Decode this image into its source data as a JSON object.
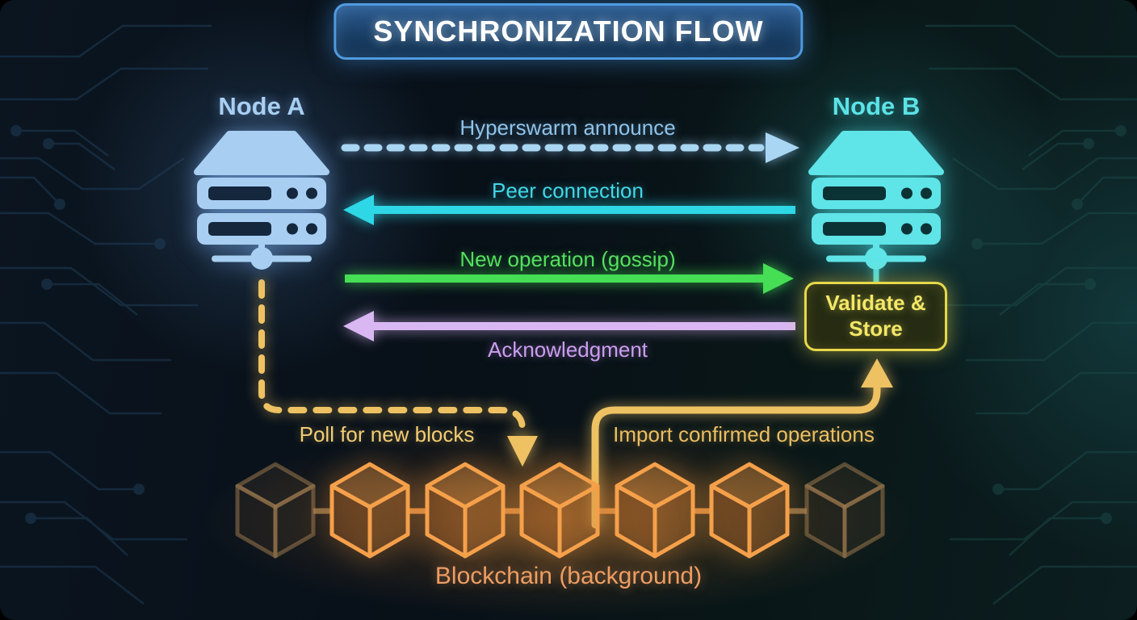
{
  "title": {
    "label": "SYNCHRONIZATION FLOW",
    "border_color": "#4f9be0",
    "text_color": "#ffffff"
  },
  "nodes": {
    "a": {
      "label": "Node A",
      "color": "#a8cff2",
      "icon": "server-icon"
    },
    "b": {
      "label": "Node B",
      "color": "#5ce3e6",
      "icon": "server-icon"
    }
  },
  "messages": [
    {
      "id": "hyperswarm",
      "label": "Hyperswarm announce",
      "from": "Node A",
      "to": "Node B",
      "style": "dashed",
      "color": "#a9d6f2",
      "label_color": "#8fc3e9"
    },
    {
      "id": "peer",
      "label": "Peer connection",
      "from": "Node B",
      "to": "Node A",
      "style": "solid",
      "color": "#2ed7e6",
      "label_color": "#41d7e8"
    },
    {
      "id": "gossip",
      "label": "New operation (gossip)",
      "from": "Node A",
      "to": "Node B",
      "style": "solid",
      "color": "#45de55",
      "label_color": "#55e05e"
    },
    {
      "id": "ack",
      "label": "Acknowledgment",
      "from": "Node B",
      "to": "Node A",
      "style": "solid",
      "color": "#d9b7f2",
      "label_color": "#cb9df0"
    }
  ],
  "validate_box": {
    "label": "Validate & Store",
    "border_color": "#e6d84a",
    "text_color": "#f3e766"
  },
  "background_flows": [
    {
      "id": "poll",
      "label": "Poll for new blocks",
      "style": "dashed",
      "color": "#eec262",
      "label_color": "#f3cd73"
    },
    {
      "id": "import",
      "label": "Import confirmed operations",
      "style": "solid",
      "color": "#eec262",
      "label_color": "#edbe62"
    }
  ],
  "blockchain": {
    "label": "Blockchain (background)",
    "label_color": "#ee9d62",
    "cube_color": "#f5a04a",
    "cubes": [
      "dim",
      "bright",
      "bright",
      "bright",
      "bright",
      "bright",
      "dim"
    ]
  }
}
